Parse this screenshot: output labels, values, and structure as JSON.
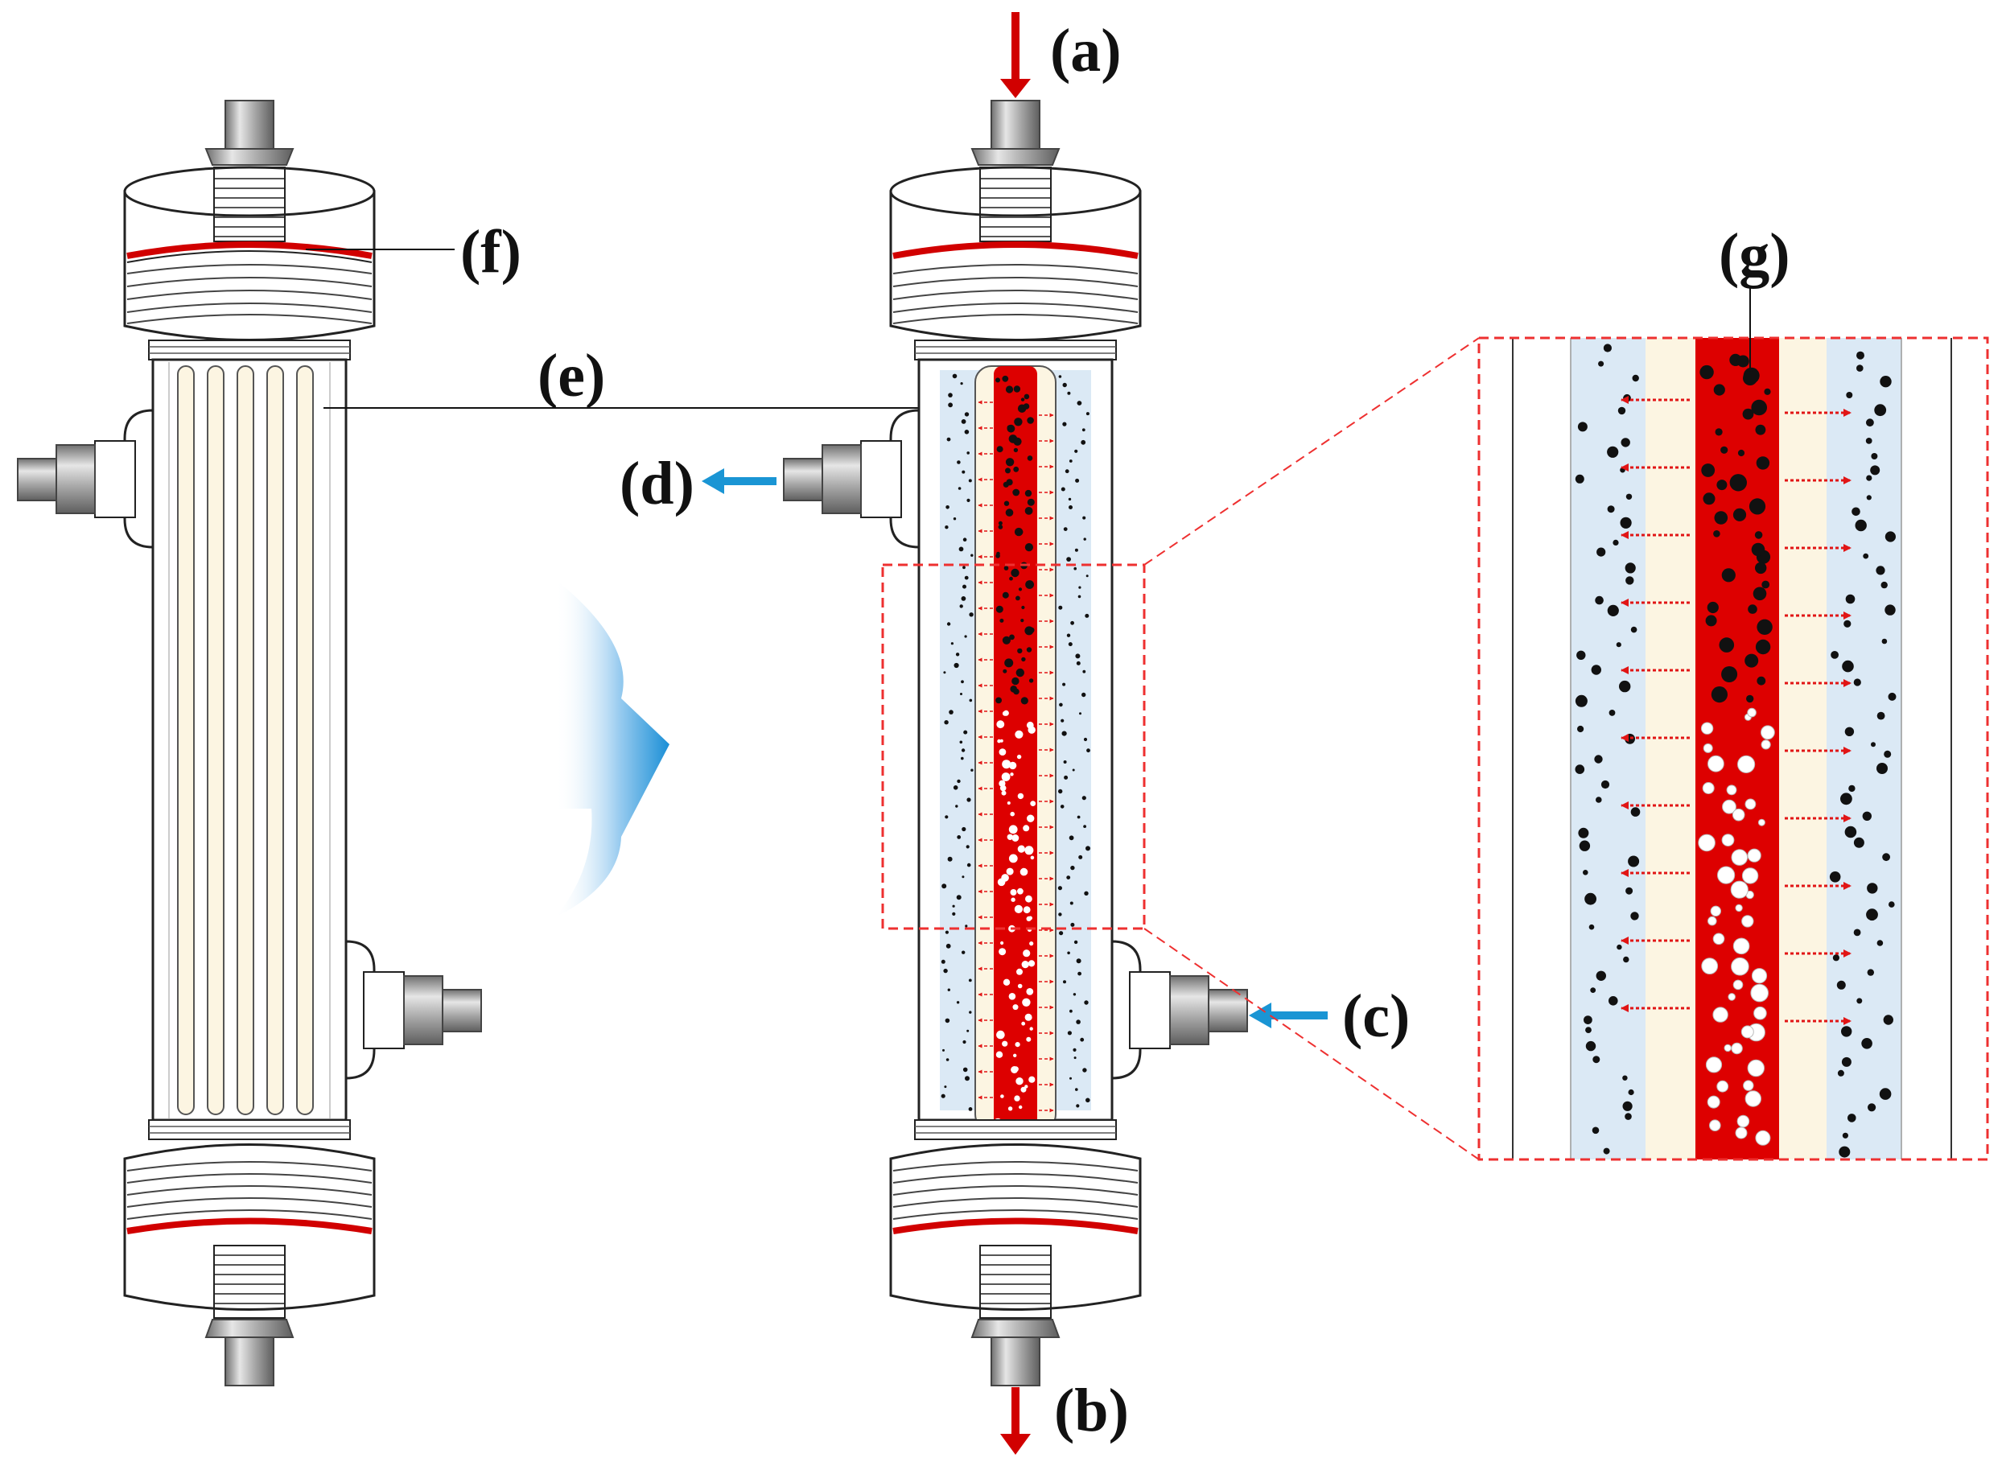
{
  "labels": {
    "a": "(a)",
    "b": "(b)",
    "c": "(c)",
    "d": "(d)",
    "e": "(e)",
    "f": "(f)",
    "g": "(g)"
  },
  "colors": {
    "blood": "#dd0000",
    "dialysate": "#dbe9f5",
    "membrane": "#fcf5e2",
    "flow_arrow": "#1a95d4",
    "metal": "#9a9a9a",
    "zoom_box": "#ee3030"
  }
}
